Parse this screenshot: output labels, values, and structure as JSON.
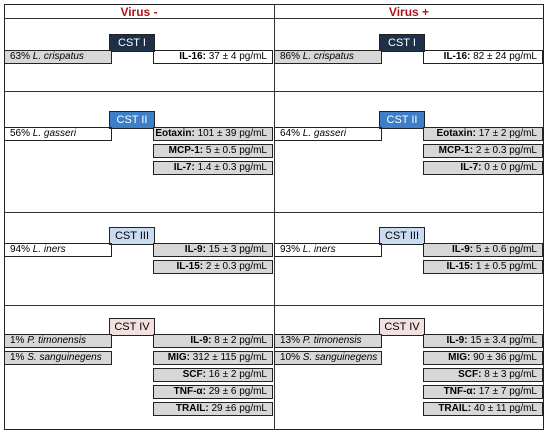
{
  "headers": {
    "left": "Virus -",
    "right": "Virus +"
  },
  "colors": {
    "header_text": "#b01318",
    "cst_i": "#1e3048",
    "cst_ii": "#3d7ec8",
    "cst_iii": "#c9daf1",
    "cst_iv": "#f3e1e1",
    "shaded_box": "#d7d7d7"
  },
  "columns": [
    {
      "rows": [
        {
          "cst": "CST I",
          "bacteria": [
            {
              "pct": "63%",
              "species": "L. crispatus"
            }
          ],
          "cytokines": [
            {
              "name": "IL-16:",
              "value": "37 ± 4 pg/mL"
            }
          ]
        },
        {
          "cst": "CST II",
          "bacteria": [
            {
              "pct": "56%",
              "species": "L. gasseri"
            }
          ],
          "cytokines": [
            {
              "name": "Eotaxin:",
              "value": "101 ± 39 pg/mL"
            },
            {
              "name": "MCP-1:",
              "value": "5 ± 0.5 pg/mL"
            },
            {
              "name": "IL-7:",
              "value": "1.4 ± 0.3 pg/mL"
            }
          ]
        },
        {
          "cst": "CST III",
          "bacteria": [
            {
              "pct": "94%",
              "species": "L. iners"
            }
          ],
          "cytokines": [
            {
              "name": "IL-9:",
              "value": "15 ± 3 pg/mL"
            },
            {
              "name": "IL-15:",
              "value": "2 ± 0.3 pg/mL"
            }
          ]
        },
        {
          "cst": "CST IV",
          "bacteria": [
            {
              "pct": "1%",
              "species": "P. timonensis"
            },
            {
              "pct": "1%",
              "species": "S. sanguinegens"
            }
          ],
          "cytokines": [
            {
              "name": "IL-9:",
              "value": "8 ± 2 pg/mL"
            },
            {
              "name": "MIG:",
              "value": "312 ± 115 pg/mL"
            },
            {
              "name": "SCF:",
              "value": "16 ± 2 pg/mL"
            },
            {
              "name": "TNF-α:",
              "value": "29 ± 6 pg/mL"
            },
            {
              "name": "TRAIL:",
              "value": "29 ±6 pg/mL"
            }
          ]
        }
      ]
    },
    {
      "rows": [
        {
          "cst": "CST I",
          "bacteria": [
            {
              "pct": "86%",
              "species": "L. crispatus"
            }
          ],
          "cytokines": [
            {
              "name": "IL-16:",
              "value": "82 ± 24 pg/mL"
            }
          ]
        },
        {
          "cst": "CST II",
          "bacteria": [
            {
              "pct": "64%",
              "species": "L. gasseri"
            }
          ],
          "cytokines": [
            {
              "name": "Eotaxin:",
              "value": "17 ± 2 pg/mL"
            },
            {
              "name": "MCP-1:",
              "value": "2 ± 0.3 pg/mL"
            },
            {
              "name": "IL-7:",
              "value": "0 ± 0 pg/mL"
            }
          ]
        },
        {
          "cst": "CST III",
          "bacteria": [
            {
              "pct": "93%",
              "species": "L. iners"
            }
          ],
          "cytokines": [
            {
              "name": "IL-9:",
              "value": "5 ± 0.6 pg/mL"
            },
            {
              "name": "IL-15:",
              "value": "1 ± 0.5 pg/mL"
            }
          ]
        },
        {
          "cst": "CST IV",
          "bacteria": [
            {
              "pct": "13%",
              "species": "P. timonensis"
            },
            {
              "pct": "10%",
              "species": "S. sanguinegens"
            }
          ],
          "cytokines": [
            {
              "name": "IL-9:",
              "value": "15 ± 3.4 pg/mL"
            },
            {
              "name": "MIG:",
              "value": "90 ± 36 pg/mL"
            },
            {
              "name": "SCF:",
              "value": "8 ± 3 pg/mL"
            },
            {
              "name": "TNF-α:",
              "value": "17 ± 7 pg/mL"
            },
            {
              "name": "TRAIL:",
              "value": "40 ± 11 pg/mL"
            }
          ]
        }
      ]
    }
  ]
}
